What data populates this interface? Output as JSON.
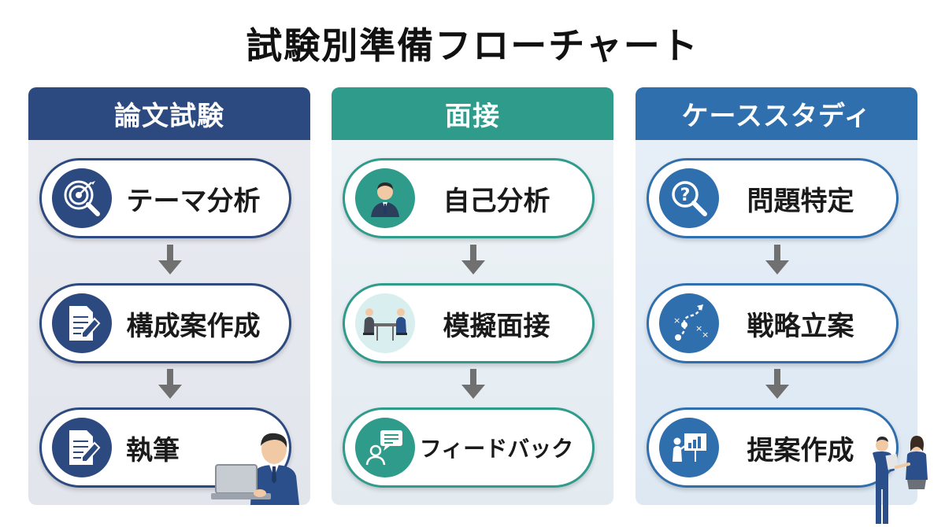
{
  "title": "試験別準備フローチャート",
  "columns": [
    {
      "header": "論文試験",
      "color": "#2d4a80",
      "steps": [
        {
          "label": "テーマ分析",
          "icon": "target-magnifier-icon"
        },
        {
          "label": "構成案作成",
          "icon": "document-pen-icon"
        },
        {
          "label": "執筆",
          "icon": "document-pen-icon"
        }
      ]
    },
    {
      "header": "面接",
      "color": "#2e9b8b",
      "steps": [
        {
          "label": "自己分析",
          "icon": "person-icon"
        },
        {
          "label": "模擬面接",
          "icon": "interview-table-icon"
        },
        {
          "label": "フィードバック",
          "icon": "speech-bubble-person-icon"
        }
      ]
    },
    {
      "header": "ケーススタディ",
      "color": "#2f6fae",
      "steps": [
        {
          "label": "問題特定",
          "icon": "question-magnifier-icon"
        },
        {
          "label": "戦略立案",
          "icon": "strategy-path-icon"
        },
        {
          "label": "提案作成",
          "icon": "presentation-board-icon"
        }
      ]
    }
  ]
}
